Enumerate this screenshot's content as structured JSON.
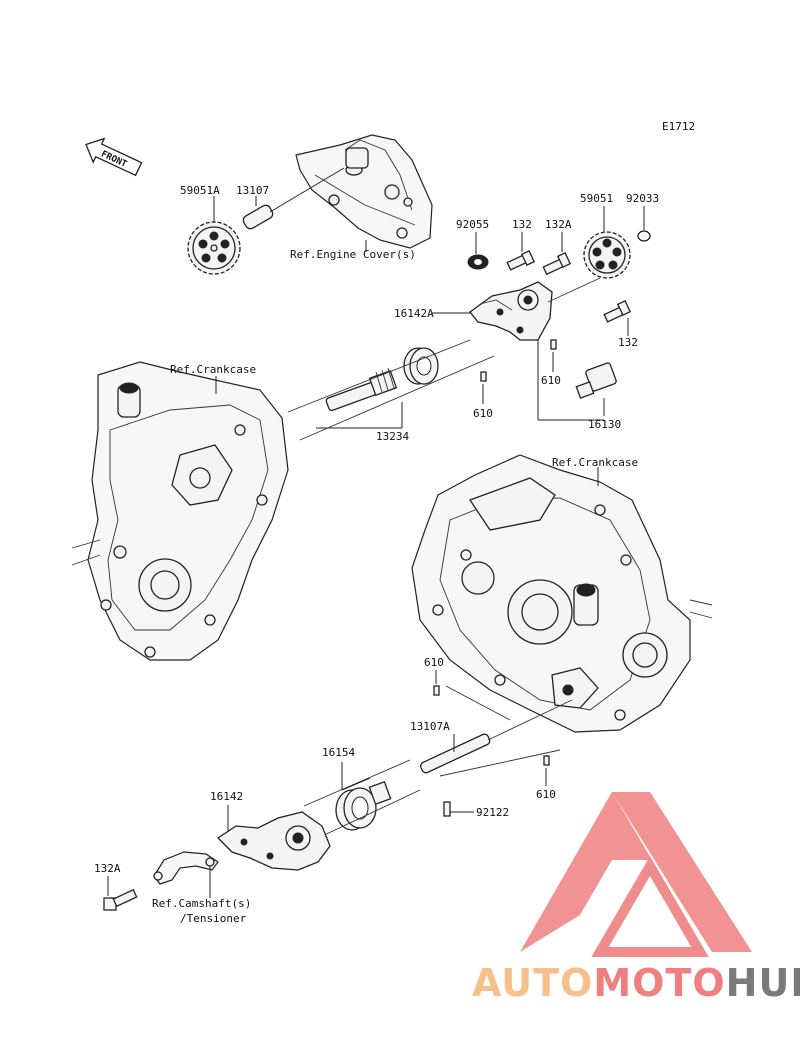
{
  "diagram_code": "E1712",
  "front_label": "FRONT",
  "parts": {
    "p59051A": "59051A",
    "p13107": "13107",
    "p92055": "92055",
    "p132_top": "132",
    "p132A_top": "132A",
    "p59051": "59051",
    "p92033": "92033",
    "p16142A": "16142A",
    "p132_right": "132",
    "p610_a": "610",
    "p610_b": "610",
    "p16130": "16130",
    "p13234": "13234",
    "p610_c": "610",
    "p13107A": "13107A",
    "p610_d": "610",
    "p16154": "16154",
    "p16142": "16142",
    "p92122": "92122",
    "p132A_bottom": "132A"
  },
  "refs": {
    "engine_cover": "Ref.Engine Cover(s)",
    "crankcase_left": "Ref.Crankcase",
    "crankcase_right": "Ref.Crankcase",
    "camshaft_line1": "Ref.Camshaft(s)",
    "camshaft_line2": "/Tensioner"
  },
  "watermark": {
    "part1": "AUTO",
    "part2": "MOTO",
    "part3": "HUB",
    "color_light": "#f7c08a",
    "color_red": "#f08080",
    "color_gray": "#7a7a7a"
  }
}
